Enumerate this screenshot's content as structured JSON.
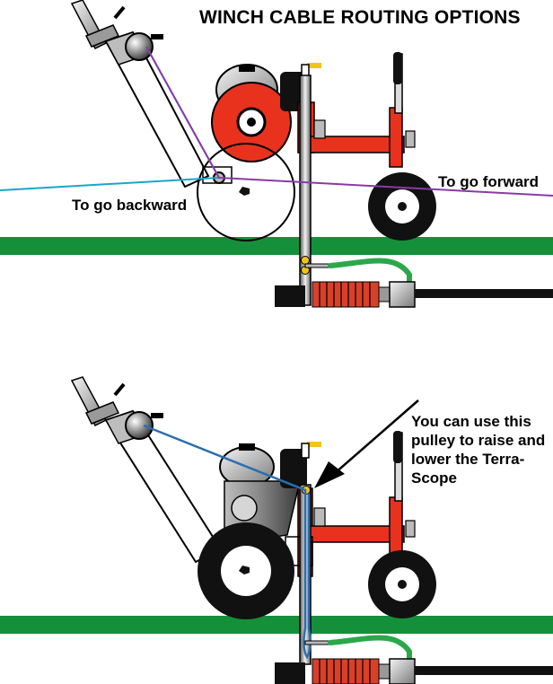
{
  "title": "WINCH CABLE ROUTING OPTIONS",
  "top_diagram": {
    "forward_label": "To go forward",
    "backward_label": "To go backward",
    "forward_cable_color": "#8a3aa6",
    "backward_cable_color": "#1aa6c8"
  },
  "bottom_diagram": {
    "pulley_note": "You can use this pulley to raise and lower the Terra-Scope",
    "cable_color": "#2a6fb0"
  },
  "colors": {
    "ground": "#15903a",
    "frame_red": "#e8321e",
    "hose_green": "#2aa84a",
    "spring_red": "#d8402a",
    "winch_yellow": "#f2c418"
  }
}
